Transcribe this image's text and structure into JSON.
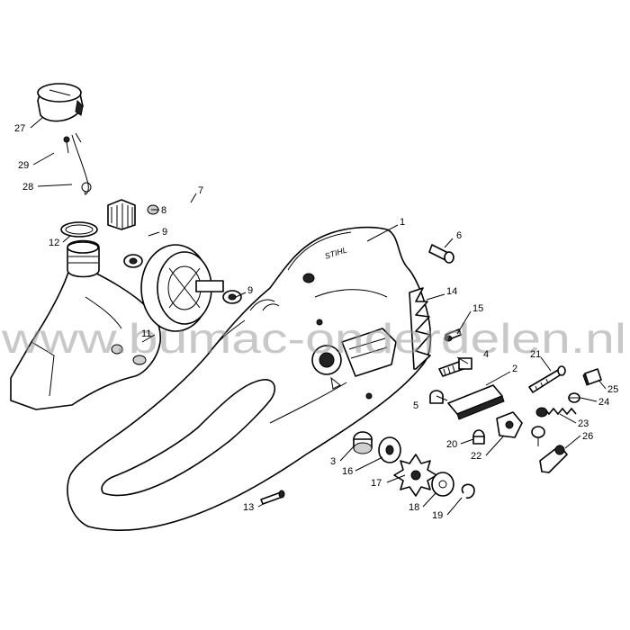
{
  "watermark": "www.bumac-onderdelen.nl",
  "callouts": [
    "1",
    "2",
    "3",
    "4",
    "5",
    "6",
    "7",
    "8",
    "9",
    "9",
    "11",
    "12",
    "13",
    "14",
    "15",
    "16",
    "17",
    "18",
    "19",
    "20",
    "21",
    "22",
    "23",
    "24",
    "25",
    "26",
    "27",
    "28",
    "29"
  ]
}
